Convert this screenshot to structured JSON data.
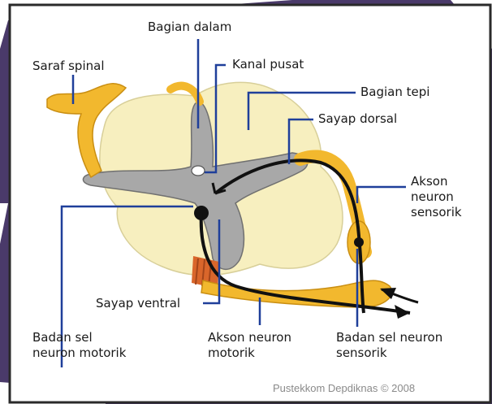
{
  "labels": {
    "bagian_dalam": "Bagian dalam",
    "saraf_spinal": "Saraf spinal",
    "kanal_pusat": "Kanal pusat",
    "bagian_tepi": "Bagian tepi",
    "sayap_dorsal": "Sayap dorsal",
    "akson_sensorik": [
      "Akson",
      "neuron",
      "sensorik"
    ],
    "sayap_ventral": "Sayap ventral",
    "badan_sel_motorik": [
      "Badan sel",
      "neuron motorik"
    ],
    "akson_motorik": [
      "Akson neuron",
      "motorik"
    ],
    "badan_sel_sensorik": [
      "Badan sel neuron",
      "sensorik"
    ]
  },
  "credit": "Pustekkom Depdiknas © 2008",
  "colors": {
    "nerve": "#f2b82e",
    "white_matter": "#f7efbf",
    "gray_matter": "#a8a8a8",
    "frame_border": "#2a2a2a",
    "background": "#4a3a6a",
    "motor_root": "#d9662b"
  }
}
